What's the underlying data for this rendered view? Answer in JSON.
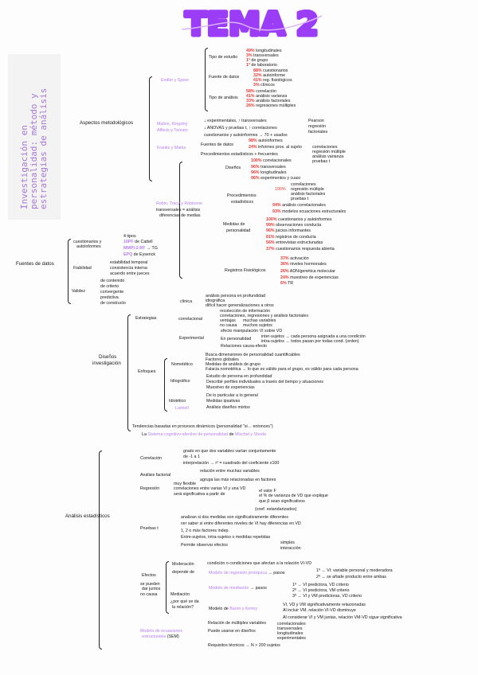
{
  "title": "TEMA 2",
  "side_title": "Investigación en personalidad: método y estrategias de análisis",
  "colors": {
    "accent": "#9b3cf7",
    "author": "#b77ef2",
    "percent": "#e53935",
    "ink": "#151515"
  },
  "aspectos": {
    "label": "Aspectos metodológicos",
    "endler": {
      "label": "Endler y Speer",
      "tipo_estudio": {
        "label": "Tipo de estudio",
        "items": [
          [
            "49%",
            "longitudinales"
          ],
          [
            "3%",
            "transversales"
          ],
          [
            "1ª",
            "de grupo"
          ],
          [
            "1ª",
            "de laboratorio"
          ]
        ]
      },
      "fuente": {
        "label": "Fuente de datos",
        "items": [
          [
            "88%",
            "cuestionarios"
          ],
          [
            "32%",
            "autoinforme"
          ],
          [
            "41%",
            "reg. fisiológicos"
          ],
          [
            "3%",
            "clínicos"
          ]
        ]
      },
      "analisis": {
        "label": "Tipo de análisis",
        "items": [
          [
            "58%",
            "correlación"
          ],
          [
            "41%",
            "análisis varianza"
          ],
          [
            "33%",
            "análisis factoriales"
          ],
          [
            "26%",
            "regresiones múltiples"
          ]
        ]
      }
    },
    "mallon": {
      "label1": "Mallon, Kingsley",
      "label2": "Affleck y Tennen",
      "items": [
        "↓ experimentales, ↑ transversales",
        "↓ ANOVAS y pruebas t, ↑ correlaciones",
        "cuestionarios y autoinformes → 70 + usados"
      ],
      "corr": [
        "Pearson",
        "regresión",
        "factoriales"
      ]
    },
    "franks": {
      "label": "Franks y Marks",
      "fuentes": "Fuentes de datos",
      "fuentes_items": [
        [
          "98%",
          "autoinformes"
        ],
        [
          "24%",
          "informes prox. al sujeto"
        ]
      ],
      "proc": "Procedimientos estadísticos + frecuentes",
      "proc_items": [
        "correlaciones",
        "regresión múltiple",
        "análisis varianza",
        "pruebas t"
      ]
    },
    "robin": {
      "label": "Robin, Tracy y Robinson",
      "note1": "transversales = análisis",
      "note2": "diferencias de medias",
      "disenos": {
        "label": "Diseños",
        "items": [
          [
            "100%",
            "correlacionales"
          ],
          [
            "96%",
            "transversales"
          ],
          [
            "96%",
            "longitudinales"
          ],
          [
            "96%",
            "experimentos y cuasi"
          ]
        ]
      },
      "proc": {
        "label1": "Procedimientos",
        "label2": "estadísticos",
        "top": "100%",
        "top_items": [
          "correlaciones",
          "regresión múltiple",
          "análisis factoriales",
          "pruebas t"
        ],
        "items": [
          [
            "94%",
            "análisis correlacionales"
          ],
          [
            "93%",
            "modelos ecuaciones estructurales"
          ]
        ]
      },
      "medidas": {
        "label1": "Medidas de",
        "label2": "personalidad",
        "items": [
          [
            "100%",
            "cuestionarios y autoinformes"
          ],
          [
            "99%",
            "observaciones conducta"
          ],
          [
            "96%",
            "juicios informantes"
          ],
          [
            "81%",
            "registros de conducta"
          ],
          [
            "56%",
            "entrevistas estructuradas"
          ],
          [
            "37%",
            "cuestionarios respuesta abierta"
          ]
        ]
      },
      "fisio": {
        "label": "Registros Fisiológicos",
        "items": [
          [
            "37%",
            "activación"
          ],
          [
            "36%",
            "niveles hormonales"
          ],
          [
            "26%",
            "ADN/genética molecular"
          ],
          [
            "24%",
            "muestreo de experiencias"
          ],
          [
            "6%",
            "TR"
          ]
        ]
      }
    }
  },
  "fuentes": {
    "label": "Fuentes de datos",
    "cuest": {
      "label1": "cuestionarios y",
      "label2": "autoinformes",
      "items": [
        [
          "4 tipos",
          ""
        ],
        [
          "16PF",
          "de Cattell"
        ],
        [
          "MMPI-2-RF",
          "→ TG"
        ],
        [
          "EPQ",
          "de Eysenck"
        ]
      ]
    },
    "fiab": {
      "label": "Fiabilidad",
      "items": [
        "estabilidad temporal",
        "consistencia interna",
        "acuerdo entre jueces"
      ]
    },
    "validez": {
      "label": "Validez",
      "items": [
        "de contenido",
        "de criterio",
        "convergente",
        "predictiva",
        "de constructo"
      ]
    }
  },
  "disenos": {
    "label1": "Diseños",
    "label2": "investigación",
    "estrategias": {
      "label": "Estrategias",
      "clinica": {
        "label": "clínica",
        "items": [
          "análisis persona en profundidad",
          "idiográfica",
          "difícil hacer generalizaciones a otros"
        ]
      },
      "correl": {
        "label": "correlacional",
        "items": [
          "recolección de información",
          "correlaciones, regresiones y análisis factoriales",
          "ventajas",
          "muchas variables",
          "muchos sujetos",
          "no causa"
        ]
      },
      "exper": {
        "label": "Experimental",
        "items": [
          "efecto manipulación VI sobre VD",
          "En personalidad",
          "Relaciones causa-efecto"
        ],
        "sub": [
          "inter-sujetos → cada persona asignada a una condición",
          "intra-sujetos → todos pasan por todas cond. (orden)"
        ]
      }
    },
    "enfoques": {
      "label": "Enfoques",
      "nomo": {
        "label": "Nomotético",
        "items": [
          "Busca dimensiones de personalidad cuantificables",
          "Factores globales",
          "Medidas de análisis de grupo",
          "Falacia nomotética → lo que es válido para el grupo, es válido para cada persona"
        ]
      },
      "idio": {
        "label": "Idiográfico",
        "items": [
          "Estudio de persona en profundidad",
          "Describir perfiles individuales a través del tiempo y situaciones",
          "Muestreo de experiencias"
        ]
      },
      "idiot": {
        "label": "Idiotético",
        "author": "Lamiell",
        "items": [
          "De lo particular a lo general",
          "Medidas ipsativas",
          "Análisis diseños mixtos"
        ]
      }
    },
    "tendencias": "Tendencias basadas en procesos dinámicos (personalidad \"si… entonces\")",
    "sistema_pre": "La",
    "sistema": "Sistema cognitivo-afectivo de personalidad",
    "sistema_de": "de",
    "sistema_auth": "Mischel y Shoda"
  },
  "analisis": {
    "label": "Análisis estadísticos",
    "correlacion": {
      "label": "Correlación",
      "items": [
        "grado en que dos variables varían conjuntamente",
        "de -1 a 1",
        "interpretación → r² = cuadrado del coeficiente x100"
      ]
    },
    "factorial": {
      "label": "Análisis factorial",
      "items": [
        "relación entre muchas variables",
        "agrupa las más relacionadas en factores"
      ]
    },
    "regresion": {
      "label": "Regresión",
      "items": [
        "muy flexible",
        "correlaciones entre varias VI y una VD",
        "será significativa a partir de"
      ],
      "sig": [
        "el valor F",
        "el % de varianza de VD que explique",
        "que β sean significativos",
        "(coef. estandarizados)"
      ]
    },
    "pruebas": {
      "label": "Pruebas t",
      "items": [
        "analizan si dos medidas son significativamente diferentes",
        "ver saber si entre diferentes niveles de VI hay diferencias en VD",
        "1, 2 o más factores indep.",
        "Entre-sujetos, intra-sujetos o medidas repetidas",
        "Permite observar efectos"
      ],
      "efectos": [
        "simples",
        "interacción"
      ]
    },
    "efectos": {
      "label": "Efectos",
      "note": [
        "se pueden",
        "dar juntos",
        "no causa"
      ],
      "moder": {
        "label": "Moderación",
        "sub": "depende de",
        "items": [
          "condición o condiciones que afectan a la relación VI-VD"
        ],
        "modelo": "Modelo de regresión jerárquica",
        "pasos": "→ pasos",
        "steps": [
          "1º → VI: variable personal y moderadora",
          "2º → se añade producto entre ambas"
        ]
      },
      "medi": {
        "label": "Mediación",
        "sub": [
          "¿por qué se da",
          "la relación?"
        ],
        "modelo": "Modelo de mediación",
        "pasos": "→ pasos",
        "steps": [
          "1º → VI predictora, VD criterio",
          "2º → VI predictora, VM criterio",
          "3º → VI y VM predictoras, VD criterio"
        ],
        "baron_pre": "Modelo de",
        "baron": "Baron y Kenny",
        "baron_items": [
          "VI, VD y VM significativamente relacionadas",
          "Al incluir VM, relación VI-VD disminuye",
          "Al considerar VI y VM juntas, relación VM-VD sigue significativa"
        ]
      }
    },
    "sem": {
      "label1": "Modelo de ecuaciones",
      "label2": "estructurales",
      "abbr": "(SEM)",
      "items": [
        "Relación de múltiples variables",
        "Puede usarse en diseños",
        "Requisitos técnicos → N > 200 sujetos"
      ],
      "disenos": [
        "correlacionales",
        "transversales",
        "longitudinales",
        "experimentales"
      ]
    }
  }
}
